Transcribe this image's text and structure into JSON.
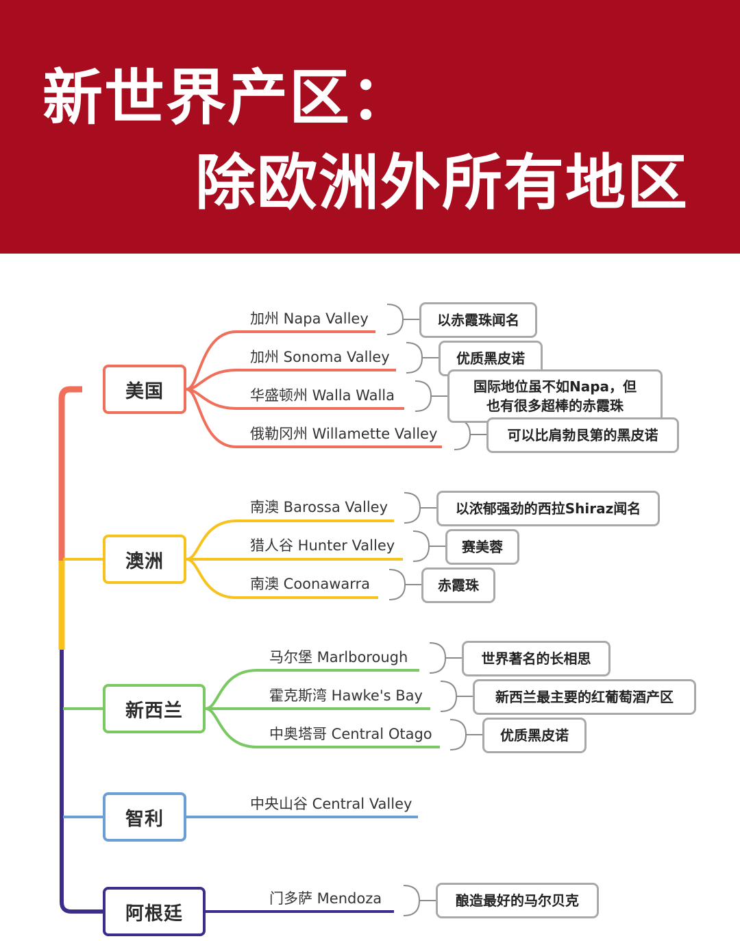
{
  "title": {
    "line1": "新世界产区：",
    "line2": "除欧洲外所有地区"
  },
  "colors": {
    "banner": "#a80c1f",
    "usa": "#ef6f5a",
    "australia": "#f7c21c",
    "nz": "#79c862",
    "chile": "#6a9ed4",
    "argentina": "#3d2c8a",
    "note_border": "#a8a8a8"
  },
  "regions": [
    {
      "label": "美国",
      "subregions": [
        {
          "label": "加州 Napa Valley",
          "note": "以赤霞珠闻名"
        },
        {
          "label": "加州 Sonoma Valley",
          "note": "优质黑皮诺"
        },
        {
          "label": "华盛顿州 Walla Walla",
          "note_line1": "国际地位虽不如Napa，但",
          "note_line2": "也有很多超棒的赤霞珠"
        },
        {
          "label": "俄勒冈州 Willamette Valley",
          "note": "可以比肩勃艮第的黑皮诺"
        }
      ]
    },
    {
      "label": "澳洲",
      "subregions": [
        {
          "label": "南澳 Barossa Valley",
          "note": "以浓郁强劲的西拉Shiraz闻名"
        },
        {
          "label": "猎人谷 Hunter Valley",
          "note": "赛美蓉"
        },
        {
          "label": "南澳 Coonawarra",
          "note": "赤霞珠"
        }
      ]
    },
    {
      "label": "新西兰",
      "subregions": [
        {
          "label": "马尔堡 Marlborough",
          "note": "世界著名的长相思"
        },
        {
          "label": "霍克斯湾 Hawke's Bay",
          "note": "新西兰最主要的红葡萄酒产区"
        },
        {
          "label": "中奥塔哥 Central Otago",
          "note": "优质黑皮诺"
        }
      ]
    },
    {
      "label": "智利",
      "subregions": [
        {
          "label": "中央山谷 Central Valley"
        }
      ]
    },
    {
      "label": "阿根廷",
      "subregions": [
        {
          "label": "门多萨 Mendoza",
          "note": "酿造最好的马尔贝克"
        }
      ]
    }
  ]
}
